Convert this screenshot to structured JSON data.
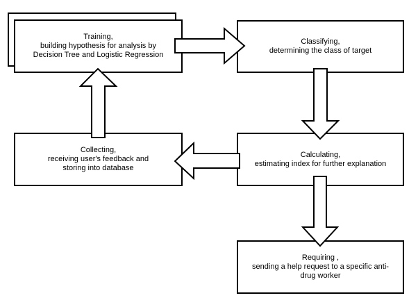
{
  "nodes": {
    "training": "Training,\nbuilding hypothesis for analysis by\nDecision Tree and Logistic Regression",
    "classifying": "Classifying,\ndetermining the class of target",
    "collecting": "Collecting,\nreceiving user's feedback and\nstoring into database",
    "calculating": "Calculating,\nestimating index for further explanation",
    "requiring": "Requiring ,\nsending a help request to a specific anti-\ndrug worker"
  },
  "arrows": [
    "training-to-classifying",
    "classifying-to-calculating",
    "calculating-to-collecting",
    "collecting-to-training",
    "calculating-to-requiring"
  ]
}
